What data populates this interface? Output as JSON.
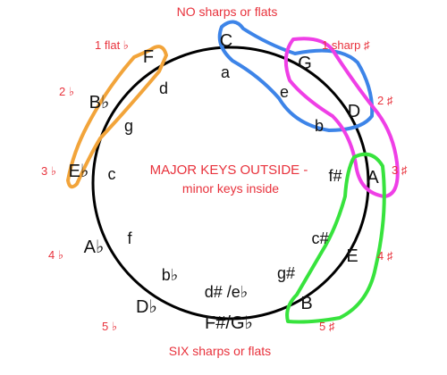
{
  "captions": {
    "top": "NO sharps or flats",
    "bottom": "SIX sharps or flats",
    "center_line1": "MAJOR KEYS OUTSIDE -",
    "center_line2": "minor keys inside"
  },
  "major_keys": {
    "c": "C",
    "g": "G",
    "d": "D",
    "a": "A",
    "e": "E",
    "b": "B",
    "fsharp_gflat": "F#/G♭",
    "dflat": "D♭",
    "aflat": "A♭",
    "eflat": "E♭",
    "bflat": "B♭",
    "f": "F"
  },
  "minor_keys": {
    "a": "a",
    "e": "e",
    "b": "b",
    "fsharp": "f#",
    "csharp": "c#",
    "gsharp": "g#",
    "dsharp_eflat": "d# /e♭",
    "bflat": "b♭",
    "f": "f",
    "c": "c",
    "g": "g",
    "d": "d"
  },
  "accidental_counts": {
    "one_sharp": "1 sharp ♯",
    "two_sharps": "2 ♯",
    "three_sharps": "3 ♯",
    "four_sharps": "4 ♯",
    "five_sharps": "5 ♯",
    "one_flat": "1 flat ♭",
    "two_flats": "2 ♭",
    "three_flats": "3 ♭",
    "four_flats": "4 ♭",
    "five_flats": "5 ♭"
  },
  "colors": {
    "circle": "#000000",
    "text": "#111111",
    "annotation": "#e8323c",
    "orange_loop": "#f2a43a",
    "blue_loop": "#3d84e8",
    "magenta_loop": "#ef3fe6",
    "green_loop": "#37e33d"
  }
}
